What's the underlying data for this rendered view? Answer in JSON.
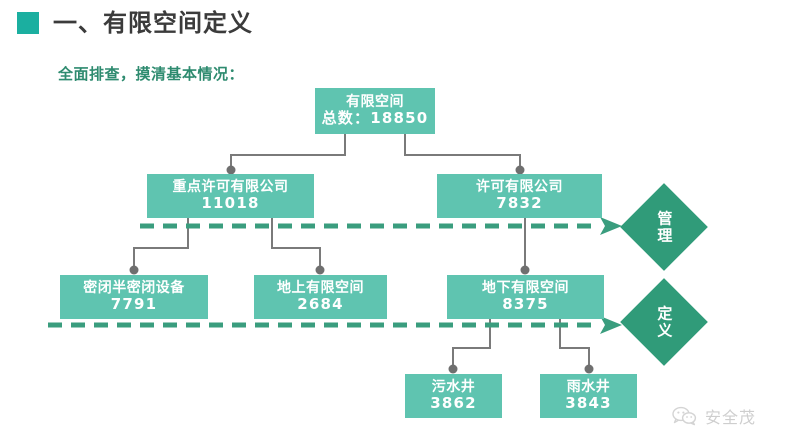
{
  "header": {
    "bullet_color": "#1BAFA0",
    "title": "一、有限空间定义"
  },
  "subtitle": "全面排查，摸清基本情况：",
  "colors": {
    "node_fill": "#5FC4B0",
    "diamond_fill": "#309B79",
    "connector": "#7a7a7a",
    "dashed_arrow": "#3A9D7E",
    "subtitle_text": "#2E8B6F",
    "title_text": "#3b3b3b"
  },
  "chart_data": {
    "type": "diagram",
    "title": "一、有限空间定义",
    "subtitle": "全面排查，摸清基本情况：",
    "nodes": [
      {
        "id": "total",
        "label": "有限空间",
        "value": "总数：18850",
        "count": 18850,
        "level": 0
      },
      {
        "id": "key-lic",
        "label": "重点许可有限公司",
        "value": "11018",
        "count": 11018,
        "level": 1
      },
      {
        "id": "lic",
        "label": "许可有限公司",
        "value": "7832",
        "count": 7832,
        "level": 1
      },
      {
        "id": "sealed",
        "label": "密闭半密闭设备",
        "value": "7791",
        "count": 7791,
        "level": 2
      },
      {
        "id": "above",
        "label": "地上有限空间",
        "value": "2684",
        "count": 2684,
        "level": 2
      },
      {
        "id": "below",
        "label": "地下有限空间",
        "value": "8375",
        "count": 8375,
        "level": 2
      },
      {
        "id": "sewage",
        "label": "污水井",
        "value": "3862",
        "count": 3862,
        "level": 3
      },
      {
        "id": "rain",
        "label": "雨水井",
        "value": "3843",
        "count": 3843,
        "level": 3
      }
    ],
    "edges": [
      {
        "from": "total",
        "to": "key-lic"
      },
      {
        "from": "total",
        "to": "lic"
      },
      {
        "from": "key-lic",
        "to": "sealed"
      },
      {
        "from": "key-lic",
        "to": "above"
      },
      {
        "from": "lic",
        "to": "below"
      },
      {
        "from": "below",
        "to": "sewage"
      },
      {
        "from": "below",
        "to": "rain"
      }
    ],
    "bands": [
      {
        "id": "manage",
        "label": "管理",
        "row": 1
      },
      {
        "id": "define",
        "label": "定义",
        "row": 2
      }
    ]
  },
  "diamonds": {
    "manage": "管理",
    "define": "定义"
  },
  "watermark": {
    "icon": "wechat-icon",
    "text": "安全茂"
  }
}
